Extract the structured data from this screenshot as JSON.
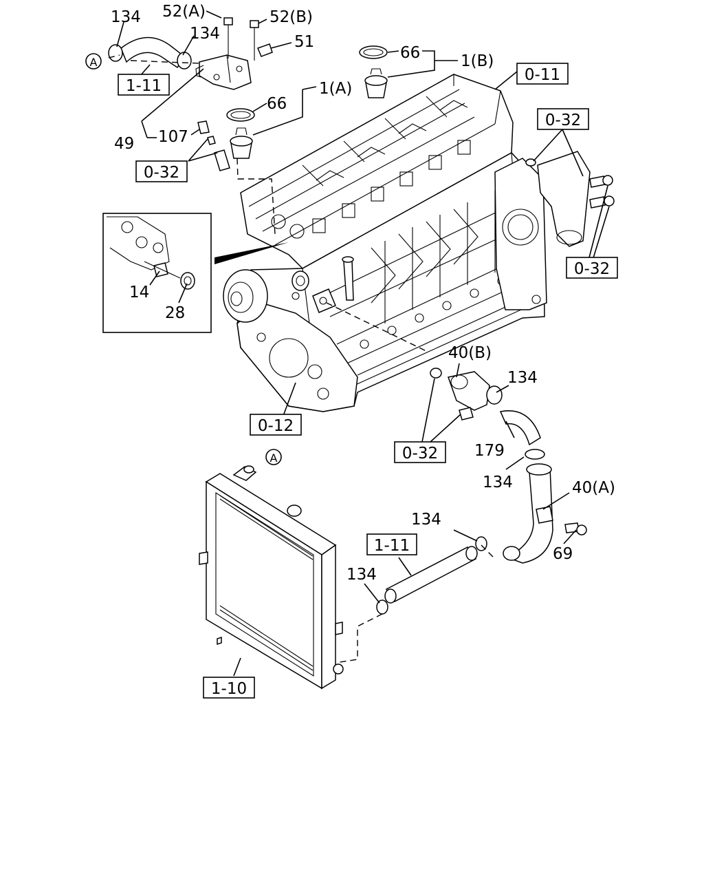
{
  "labels": {
    "p134_top": "134",
    "p52a": "52(A)",
    "p52b": "52(B)",
    "p134_mid": "134",
    "p51": "51",
    "p66_top": "66",
    "p1b": "1(B)",
    "p1a": "1(A)",
    "p66_mid": "66",
    "p49": "49",
    "p107": "107",
    "p14": "14",
    "p28": "28",
    "p40b": "40(B)",
    "p134_r": "134",
    "p179": "179",
    "p134_lower": "134",
    "p40a": "40(A)",
    "p134_hose": "134",
    "p69": "69",
    "p134_rad": "134"
  },
  "refs": {
    "r111_top": "1-11",
    "r011": "0-11",
    "r032_a": "0-32",
    "r032_b": "0-32",
    "r032_c": "0-32",
    "r012": "0-12",
    "r032_d": "0-32",
    "r111_mid": "1-11",
    "r110": "1-10"
  },
  "markers": {
    "a_top": "A",
    "a_rad": "A"
  }
}
